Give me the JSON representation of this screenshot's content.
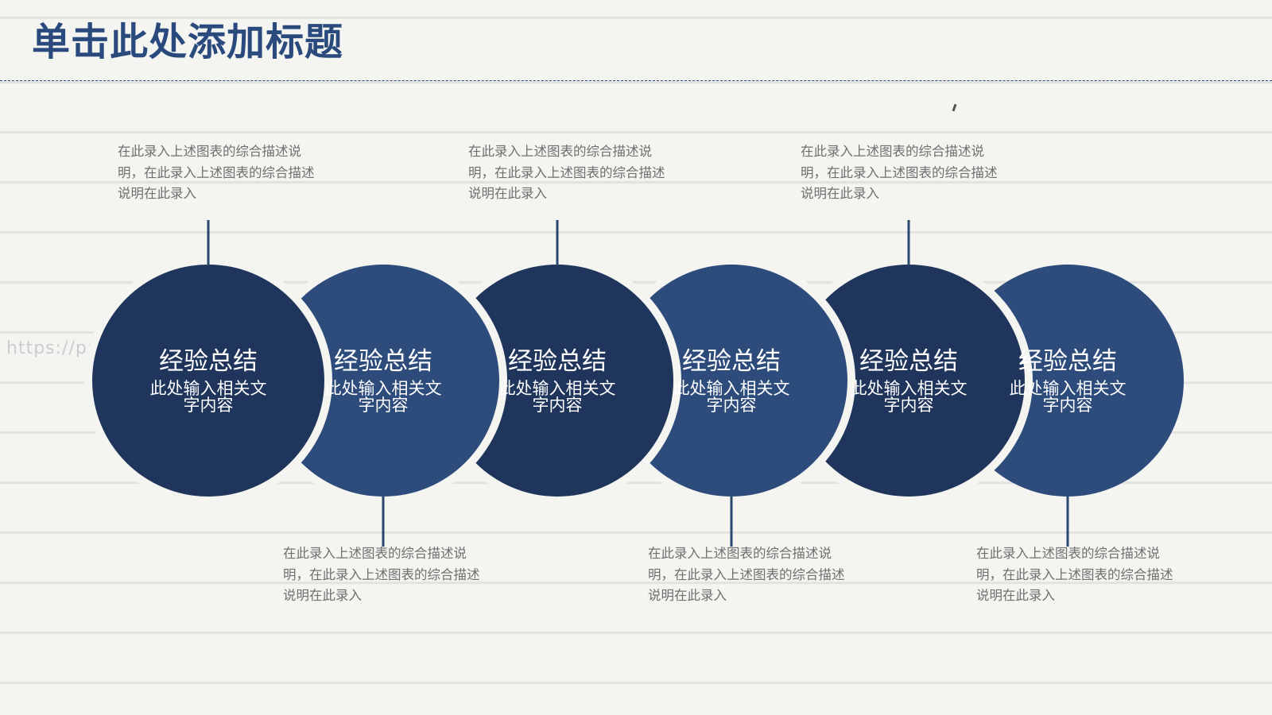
{
  "slide": {
    "title": "单击此处添加标题",
    "watermark": "https://ppt.pk"
  },
  "colors": {
    "background": "#f4f4f1",
    "title": "#2a4a7e",
    "node_dark": "#1f355c",
    "node_light": "#2d4b7b",
    "text_gray": "#6f6f6f"
  },
  "nodes": [
    {
      "title": "经验总结",
      "subtitle": "此处输入相关文字内容",
      "tone": "dark",
      "description": "在此录入上述图表的综合描述说明，在此录入上述图表的综合描述说明在此录入"
    },
    {
      "title": "经验总结",
      "subtitle": "此处输入相关文字内容",
      "tone": "light",
      "description": "在此录入上述图表的综合描述说明，在此录入上述图表的综合描述说明在此录入"
    },
    {
      "title": "经验总结",
      "subtitle": "此处输入相关文字内容",
      "tone": "dark",
      "description": "在此录入上述图表的综合描述说明，在此录入上述图表的综合描述说明在此录入"
    },
    {
      "title": "经验总结",
      "subtitle": "此处输入相关文字内容",
      "tone": "light",
      "description": "在此录入上述图表的综合描述说明，在此录入上述图表的综合描述说明在此录入"
    },
    {
      "title": "经验总结",
      "subtitle": "此处输入相关文字内容",
      "tone": "dark",
      "description": "在此录入上述图表的综合描述说明，在此录入上述图表的综合描述说明在此录入"
    },
    {
      "title": "经验总结",
      "subtitle": "此处输入相关文字内容",
      "tone": "light",
      "description": "在此录入上述图表的综合描述说明，在此录入上述图表的综合描述说明在此录入"
    }
  ]
}
